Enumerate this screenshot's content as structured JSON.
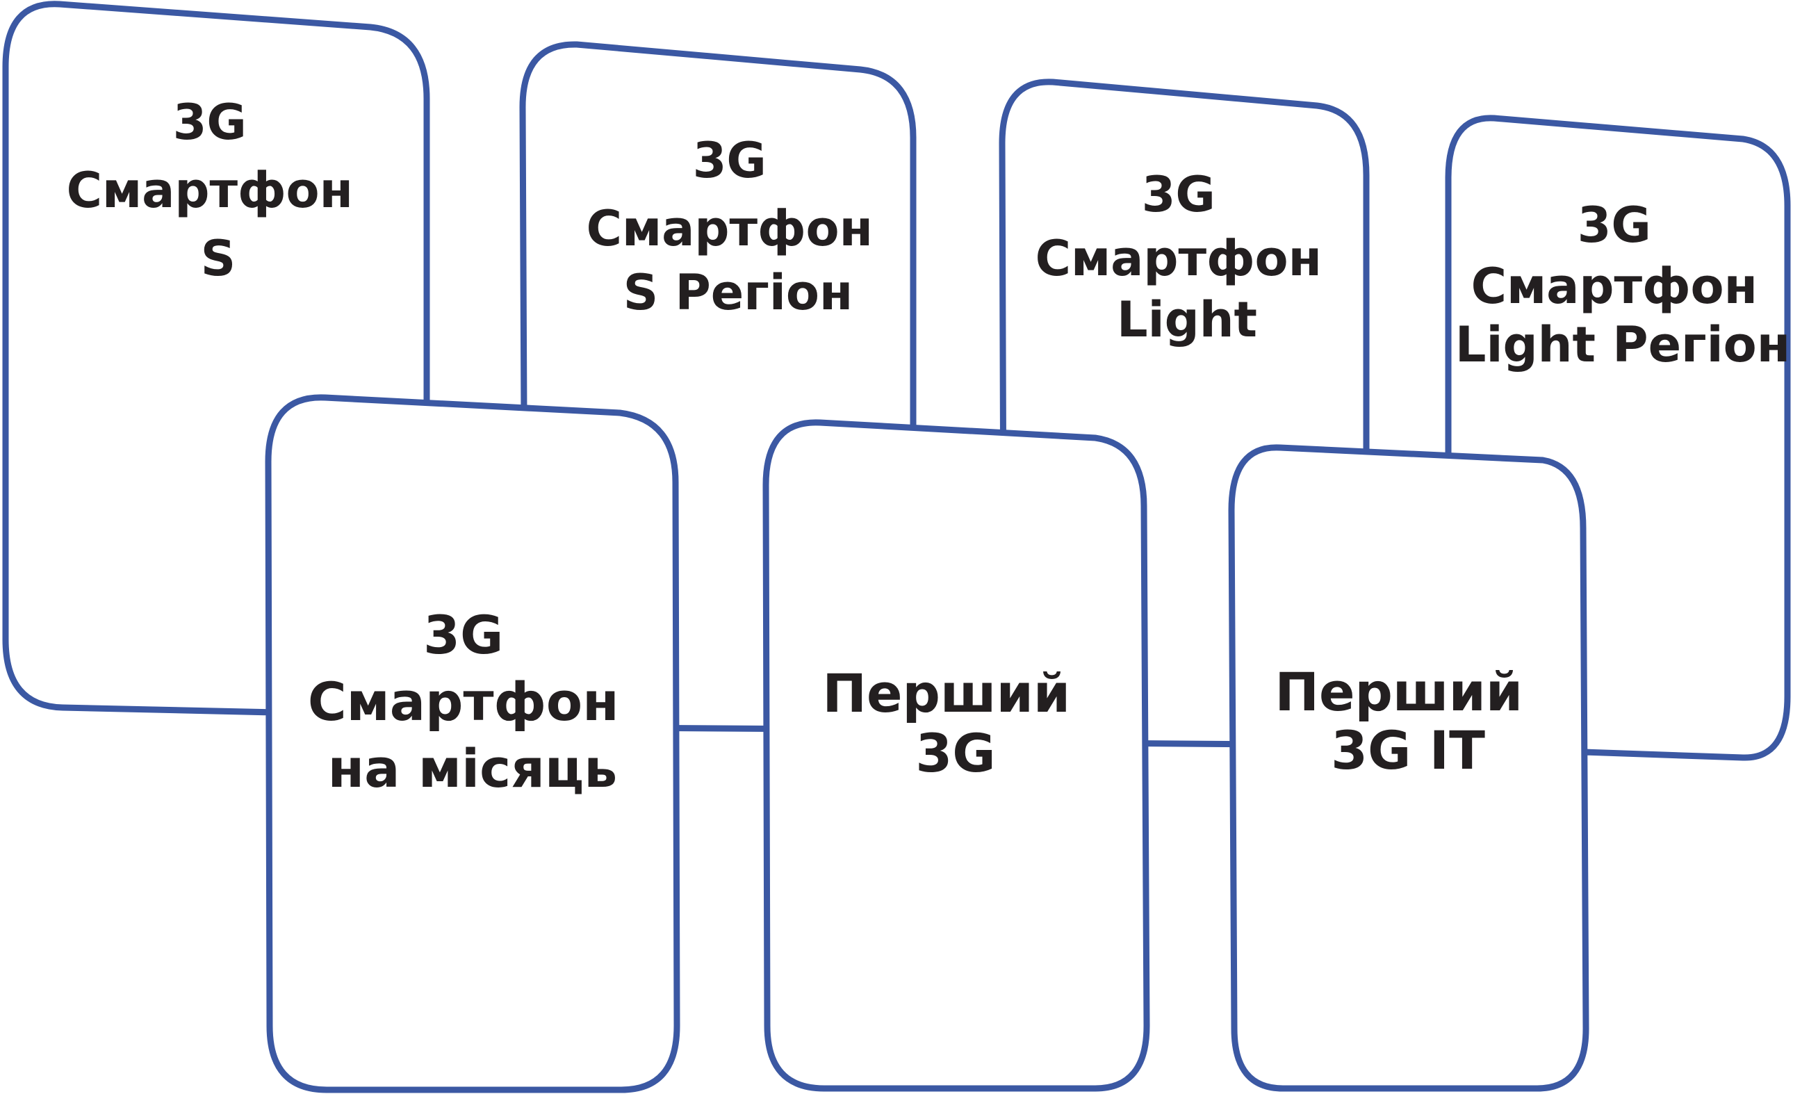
{
  "colors": {
    "card_border": "#3b58a3",
    "card_fill": "#ffffff",
    "text": "#231f20",
    "background": "#ffffff"
  },
  "back_cards": [
    {
      "id": "card-3g-smartphone-s",
      "lines": [
        "3G",
        "Смартфон",
        "S"
      ]
    },
    {
      "id": "card-3g-smartphone-s-region",
      "lines": [
        "3G",
        "Смартфон",
        "S Регіон"
      ]
    },
    {
      "id": "card-3g-smartphone-light",
      "lines": [
        "3G",
        "Смартфон",
        "Light"
      ]
    },
    {
      "id": "card-3g-smartphone-light-region",
      "lines": [
        "3G",
        "Смартфон",
        "Light Регіон"
      ]
    }
  ],
  "front_cards": [
    {
      "id": "card-3g-smartphone-month",
      "lines": [
        "3G",
        "Смартфон",
        "на місяць"
      ]
    },
    {
      "id": "card-pershyi-3g",
      "lines": [
        "Перший",
        "3G"
      ]
    },
    {
      "id": "card-pershyi-3g-it",
      "lines": [
        "Перший",
        "3G IT"
      ]
    }
  ]
}
